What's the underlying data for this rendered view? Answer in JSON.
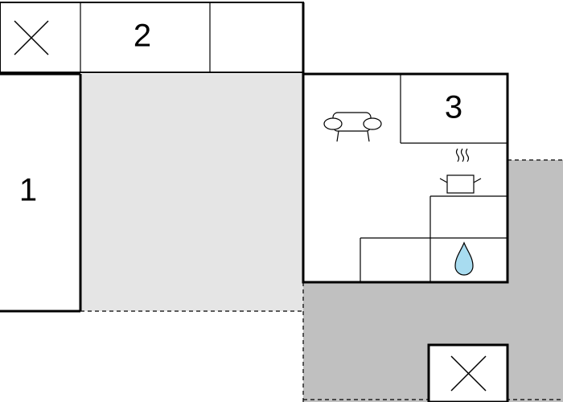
{
  "plan": {
    "colors": {
      "wall": "#000000",
      "floor": "#ffffff",
      "terrace": "#e5e5e5",
      "outdoor": "#c0c0c0",
      "water": "#a8dcf0"
    },
    "rooms": [
      {
        "number": "1",
        "kind": "room"
      },
      {
        "number": "2",
        "kind": "room"
      },
      {
        "number": "3",
        "kind": "room"
      }
    ],
    "icons": {
      "sofa": "sofa-icon",
      "cooking_pot": "cooking-pot-icon",
      "water_drop": "water-drop-icon",
      "bed": "cross-box-icon"
    }
  }
}
